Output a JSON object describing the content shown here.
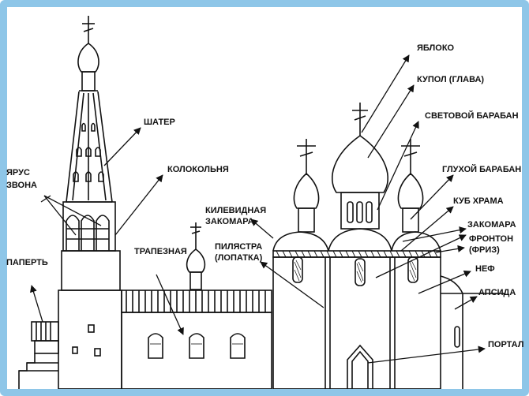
{
  "colors": {
    "frame": "#8ec6e8",
    "ink": "#111111"
  },
  "labels": {
    "yabloko": "ЯБЛОКО",
    "kupol": "КУПОЛ (ГЛАВА)",
    "svetovoy": "СВЕТОВОЙ БАРАБАН",
    "glukhoy": "ГЛУХОЙ БАРАБАН",
    "kub": "КУБ ХРАМА",
    "zakomara": "ЗАКОМАРА",
    "fronton_1": "ФРОНТОН",
    "fronton_2": "(ФРИЗ)",
    "nef": "НЕФ",
    "apsida": "АПСИДА",
    "portal": "ПОРТАЛ",
    "shater": "ШАТЕР",
    "kolokolnya": "КОЛОКОЛЬНЯ",
    "yarus_1": "ЯРУС",
    "yarus_2": "ЗВОНА",
    "kilevidnaya_1": "КИЛЕВИДНАЯ",
    "kilevidnaya_2": "ЗАКОМАРА",
    "pilyastra_1": "ПИЛЯСТРА",
    "pilyastra_2": "(ЛОПАТКА)",
    "trapeznaya": "ТРАПЕЗНАЯ",
    "paperť": "ПАПЕРТЬ"
  }
}
